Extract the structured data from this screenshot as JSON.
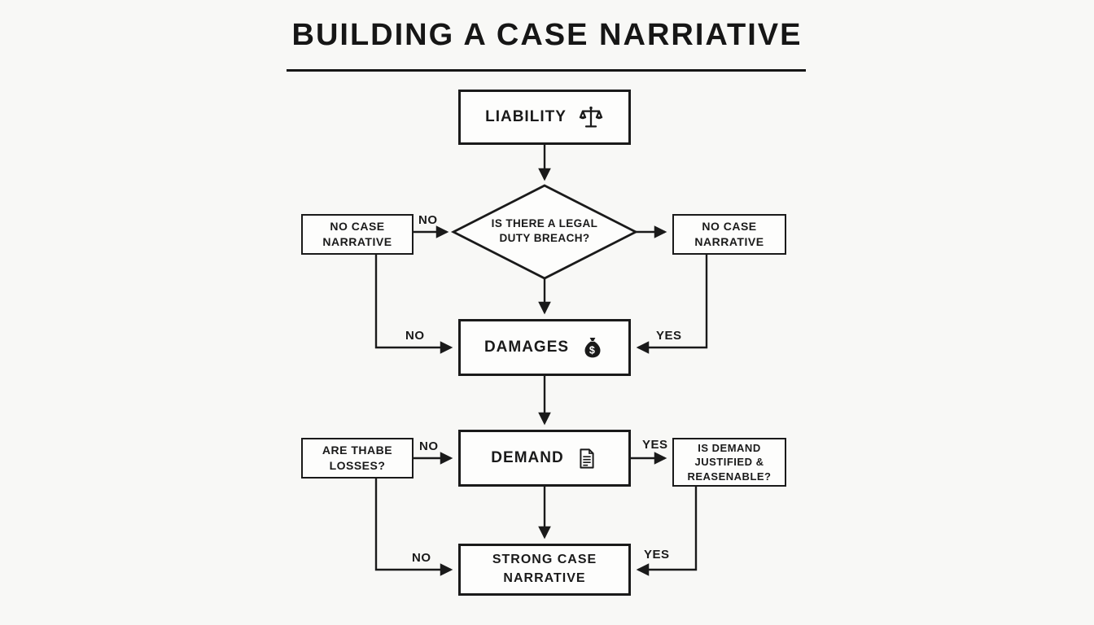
{
  "title": "BUILDING A CASE NARRIATIVE",
  "colors": {
    "ink": "#1a1a1a",
    "background": "#f8f8f6",
    "box_fill": "#fdfdfc"
  },
  "nodes": {
    "liability": {
      "label": "LIABILITY",
      "icon": "scales-of-justice-icon"
    },
    "legal_duty_question": {
      "line1": "IS THERE A LEGAL",
      "line2": "DUTY BREACH?"
    },
    "no_case_left": {
      "line1": "NO CASE",
      "line2": "NARRATIVE"
    },
    "no_case_right": {
      "line1": "NO CASE",
      "line2": "NARRATIVE"
    },
    "damages": {
      "label": "DAMAGES",
      "icon": "money-bag-icon"
    },
    "losses_question": {
      "line1": "ARE THABE",
      "line2": "LOSSES?"
    },
    "demand": {
      "label": "DEMAND",
      "icon": "document-icon"
    },
    "demand_justified_question": {
      "line1": "IS DEMAND",
      "line2": "JUSTIFIED &",
      "line3": "REASENABLE?"
    },
    "strong_case": {
      "line1": "STRONG CASE",
      "line2": "NARRATIVE"
    }
  },
  "edge_labels": {
    "breach_no": "NO",
    "left_to_damages_no": "NO",
    "right_to_damages_yes": "YES",
    "losses_no": "NO",
    "demand_yes": "YES",
    "left_to_strong_no": "NO",
    "right_to_strong_yes": "YES"
  }
}
